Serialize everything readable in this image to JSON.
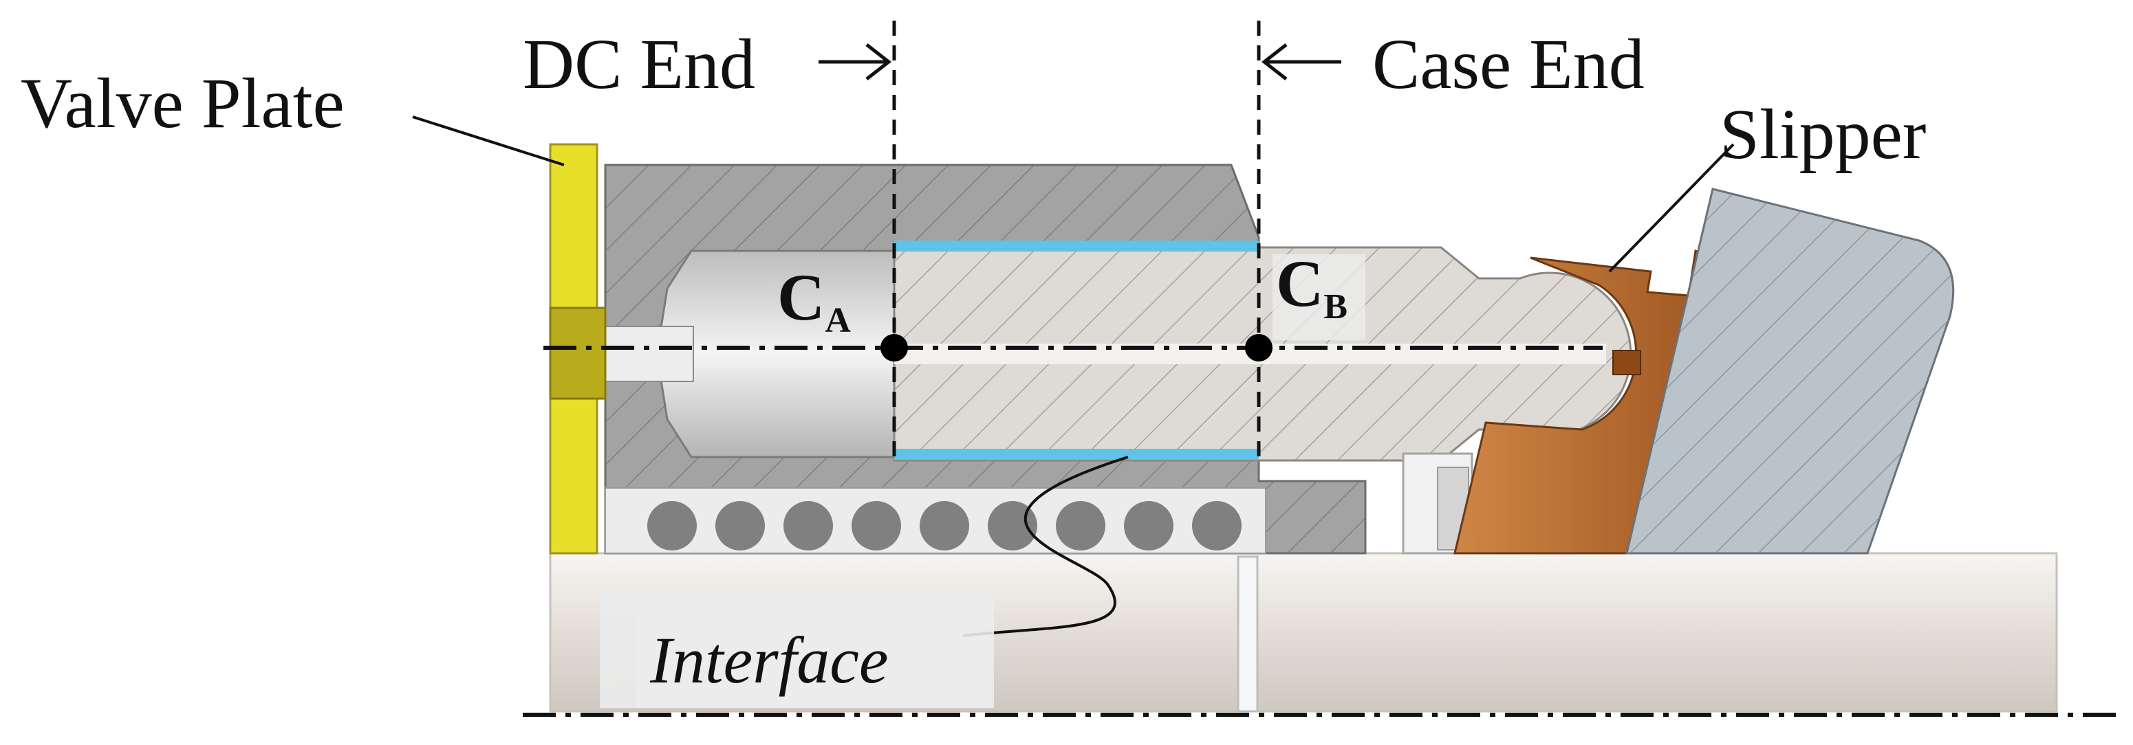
{
  "labels": {
    "valve_plate": "Valve Plate",
    "dc_end": "DC End",
    "case_end": "Case End",
    "slipper": "Slipper",
    "interface": "Interface",
    "point_a_main": "C",
    "point_a_sub": "A",
    "point_b_main": "C",
    "point_b_sub": "B"
  },
  "colors": {
    "valve_plate": "#e7df2a",
    "plug": "#b9ac1c",
    "cylinder_block": "#a3a3a3",
    "piston": "#dedbd6",
    "slipper": "#b86a28",
    "swashplate": "#bac2ca",
    "interface_band": "#5ec3e6",
    "spring_ball": "#808080",
    "shaft": "#e6e1dc"
  }
}
